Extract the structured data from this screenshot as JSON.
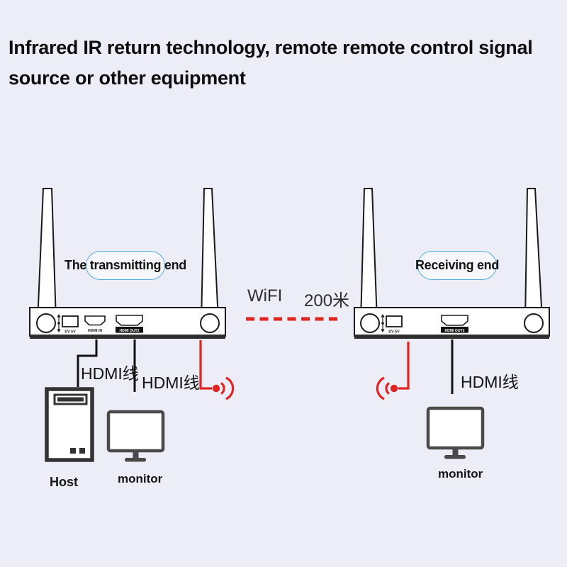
{
  "header": {
    "line1": "Infrared IR return technology, remote remote control signal",
    "line2": "source or other equipment"
  },
  "transmitter": {
    "label": "The transmitting end",
    "ports": {
      "power": "DV 5V",
      "hdmi_in": "HDMI IN",
      "hdmi_out": "HDMI OUT2"
    }
  },
  "receiver": {
    "label": "Receiving end",
    "ports": {
      "power": "DV 5V",
      "hdmi_out": "HDMI OUT2"
    }
  },
  "wireless_link": {
    "protocol": "WiFI",
    "distance": "200米"
  },
  "labels": {
    "hdmi_cable": "HDMI线",
    "host": "Host",
    "monitor": "monitor"
  },
  "colors": {
    "background": "#ecedf7",
    "bubble_border": "#58abe3",
    "signal_red": "#e02420",
    "outline_black": "#1a1a1a",
    "device_gray": "#4a4a4a"
  }
}
